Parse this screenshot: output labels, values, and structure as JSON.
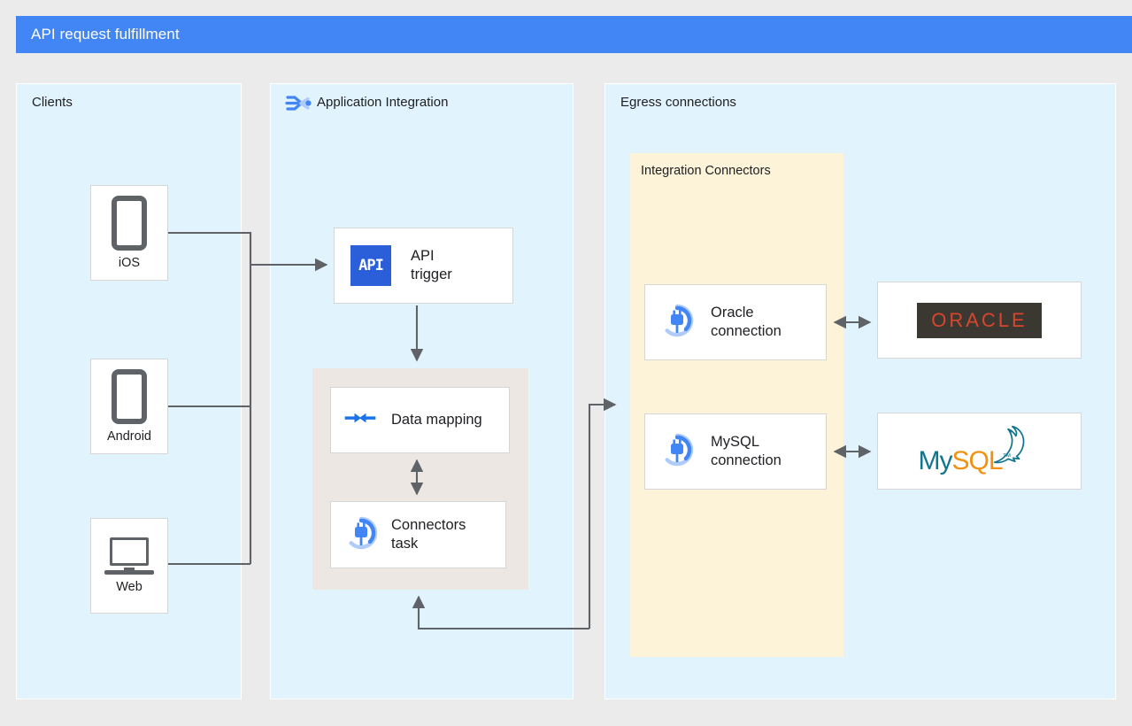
{
  "header": {
    "title": "API request fulfillment",
    "bar_color": "#4285f4"
  },
  "panels": {
    "clients": {
      "title": "Clients"
    },
    "integration": {
      "title": "Application Integration",
      "icon": "application-integration-icon"
    },
    "egress": {
      "title": "Egress connections"
    }
  },
  "groups": {
    "integration_connectors": {
      "title": "Integration Connectors",
      "color": "#fdf3d8"
    },
    "mapping_group": {
      "color": "#ede7e3"
    }
  },
  "clients": [
    {
      "label": "iOS",
      "icon": "phone-icon"
    },
    {
      "label": "Android",
      "icon": "phone-icon"
    },
    {
      "label": "Web",
      "icon": "laptop-icon"
    }
  ],
  "integration_tasks": {
    "api_trigger": {
      "label": "API\ntrigger",
      "icon": "api-icon",
      "icon_text": "API",
      "icon_color": "#2b5fd9"
    },
    "data_mapping": {
      "label": "Data mapping",
      "icon": "data-mapping-arrows-icon",
      "icon_color": "#1a73e8"
    },
    "connectors_task": {
      "label": "Connectors\ntask",
      "icon": "connector-plug-icon",
      "icon_color": "#4285f4"
    }
  },
  "connections": [
    {
      "label": "Oracle\nconnection",
      "icon": "connector-plug-icon"
    },
    {
      "label": "MySQL\nconnection",
      "icon": "connector-plug-icon"
    }
  ],
  "backends": [
    {
      "name": "ORACLE",
      "logo": "oracle-logo",
      "logo_bg": "#3b3832",
      "logo_fg": "#d9452c"
    },
    {
      "name": "MySQL",
      "logo": "mysql-logo",
      "word_primary": "My",
      "word_secondary": "SQL",
      "trademark": "™",
      "primary_color": "#11758d",
      "secondary_color": "#f29111"
    }
  ],
  "colors": {
    "panel_bg": "#e1f3fd",
    "page_bg": "#ebebeb",
    "card_border": "#d6d6d6",
    "wire": "#5f6368"
  }
}
